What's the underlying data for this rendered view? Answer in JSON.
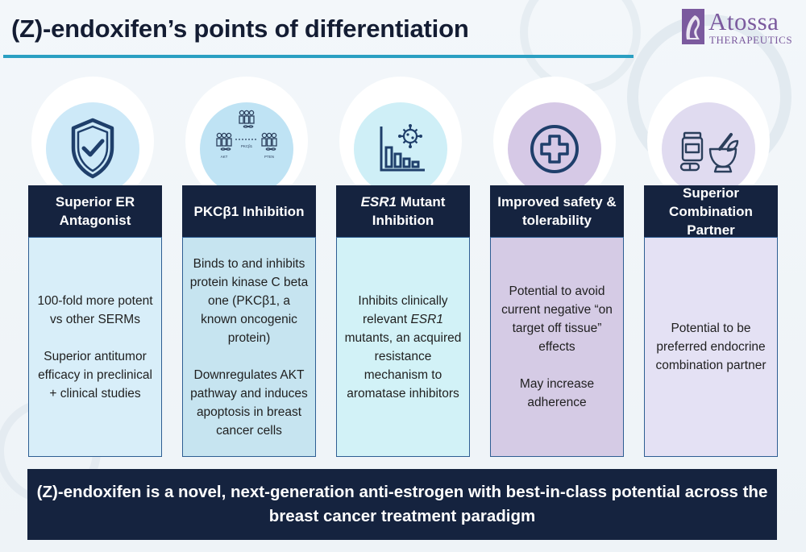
{
  "title": "(Z)-endoxifen’s points of differentiation",
  "logo": {
    "name": "Atossa",
    "subtitle": "THERAPEUTICS"
  },
  "colors": {
    "navy": "#15233f",
    "accent_rule": "#2a9fc2",
    "logo_purple": "#7b5a9e"
  },
  "cards": [
    {
      "icon": "shield-check-icon",
      "heading": "Superior ER Antagonist",
      "paragraphs": [
        "100-fold more potent vs other SERMs",
        "Superior antitumor efficacy in preclinical + clinical studies"
      ]
    },
    {
      "icon": "protein-network-icon",
      "heading": "PKCβ1 Inhibition",
      "icon_labels": [
        "PKCβ1",
        "AKT",
        "PTEN"
      ],
      "paragraphs": [
        "Binds to and inhibits protein kinase C beta one (PKCβ1, a known oncogenic protein)",
        "Downregulates AKT pathway and induces apoptosis in breast cancer cells"
      ]
    },
    {
      "icon": "bar-chart-virus-icon",
      "heading_italic": "ESR1",
      "heading_rest": " Mutant Inhibition",
      "body_parts": [
        "Inhibits clinically relevant ",
        "ESR1",
        " mutants, an acquired resistance mechanism to aromatase inhibitors"
      ]
    },
    {
      "icon": "medical-cross-icon",
      "heading": "Improved safety & tolerability",
      "paragraphs": [
        "Potential to avoid current negative “on target off tissue” effects",
        "May increase adherence"
      ]
    },
    {
      "icon": "pill-bottle-mortar-icon",
      "heading": "Superior Combination Partner",
      "paragraphs": [
        "Potential to be preferred endocrine combination partner"
      ]
    }
  ],
  "banner": "(Z)-endoxifen is a novel, next-generation anti-estrogen with best-in-class potential across the breast cancer treatment paradigm"
}
